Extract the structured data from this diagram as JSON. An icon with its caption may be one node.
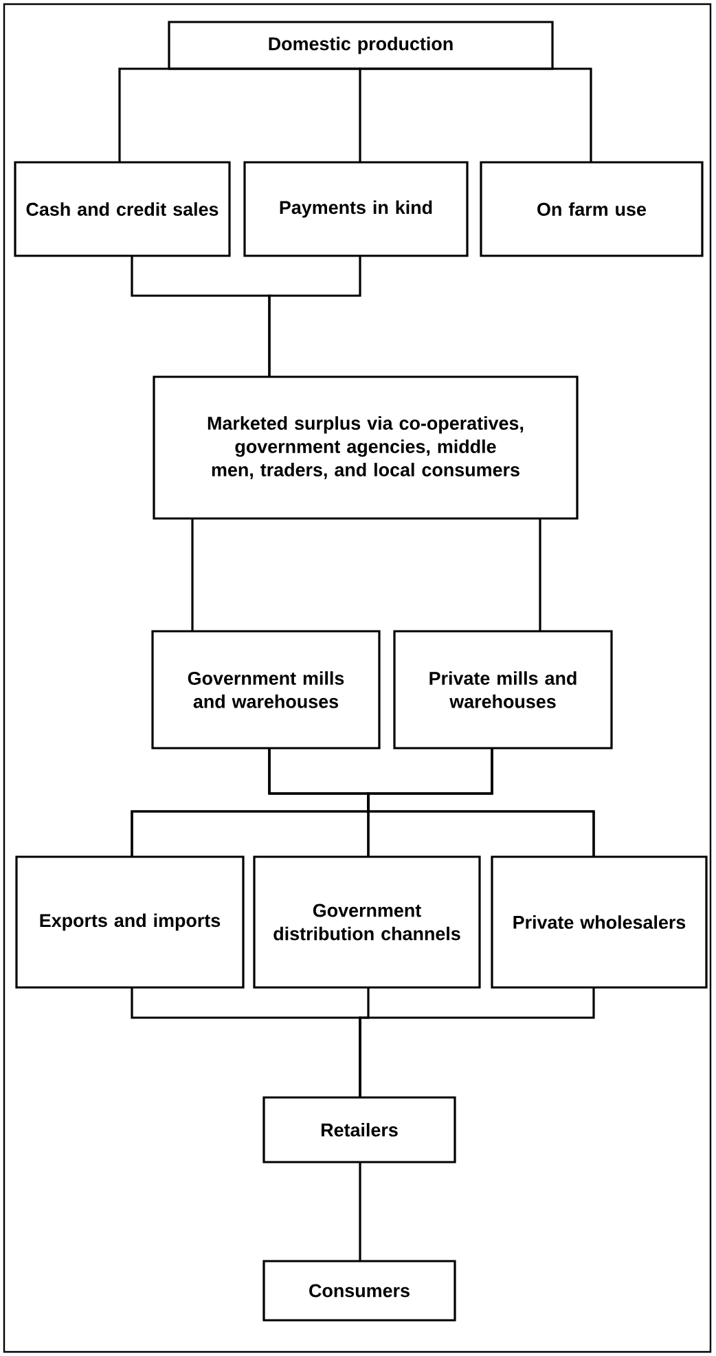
{
  "diagram": {
    "nodes": [
      {
        "text": [
          "Domestic production"
        ]
      },
      {
        "text": [
          "Cash and credit sales"
        ]
      },
      {
        "text": [
          "Payments in kind"
        ]
      },
      {
        "text": [
          "On farm use"
        ]
      },
      {
        "text": [
          "Marketed surplus via co-operatives, government agencies, middle men, traders, and local consumers"
        ]
      },
      {
        "text": [
          "Government mills and warehouses"
        ]
      },
      {
        "text": [
          "Private mills and warehouses"
        ]
      },
      {
        "text": [
          "Exports and imports"
        ]
      },
      {
        "text": [
          "Government distribution channels"
        ]
      },
      {
        "text": [
          "Private wholesalers"
        ]
      },
      {
        "text": [
          "Retailers"
        ]
      },
      {
        "text": [
          "Consumers"
        ]
      }
    ],
    "edges": [
      {
        "from": 0,
        "to": 1,
        "arrow": "none"
      },
      {
        "from": 0,
        "to": 2,
        "arrow": "none"
      },
      {
        "from": 0,
        "to": 3,
        "arrow": "none"
      },
      {
        "from": 1,
        "to": 4,
        "arrow": "none"
      },
      {
        "from": 2,
        "to": 4,
        "arrow": "none"
      },
      {
        "from": 4,
        "to": 5,
        "arrow": "none"
      },
      {
        "from": 4,
        "to": 6,
        "arrow": "none"
      },
      {
        "from": 5,
        "to": 7,
        "arrow": "none"
      },
      {
        "from": 5,
        "to": 8,
        "arrow": "none"
      },
      {
        "from": 5,
        "to": 9,
        "arrow": "none"
      },
      {
        "from": 6,
        "to": 7,
        "arrow": "none"
      },
      {
        "from": 6,
        "to": 8,
        "arrow": "none"
      },
      {
        "from": 6,
        "to": 9,
        "arrow": "none"
      },
      {
        "from": 7,
        "to": 10,
        "arrow": "none"
      },
      {
        "from": 8,
        "to": 10,
        "arrow": "none"
      },
      {
        "from": 9,
        "to": 10,
        "arrow": "none"
      },
      {
        "from": 10,
        "to": 11,
        "arrow": "none"
      }
    ]
  }
}
